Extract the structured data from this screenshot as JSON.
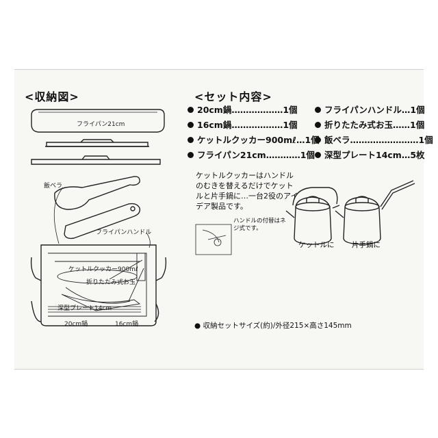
{
  "storage": {
    "heading": "<収納図>",
    "labels": {
      "frying_pan": "フライパン21cm",
      "rice_paddle": "飯ベラ",
      "pan_handle": "フライパンハンドル",
      "kettle": "ケットルクッカー900mℓ",
      "ladle": "折りたたみ式お玉",
      "plate": "深型プレート14cm",
      "pot20": "20cm鍋",
      "pot16": "16cm鍋"
    }
  },
  "contents": {
    "heading": "<セット内容>",
    "items": [
      {
        "text": "20cm鍋………………1個"
      },
      {
        "text": "16cm鍋………………1個"
      },
      {
        "text": "ケットルクッカー900mℓ…1個"
      },
      {
        "text": "フライパン21cm…………1個"
      },
      {
        "text": "フライパンハンドル…1個"
      },
      {
        "text": "折りたたみ式お玉……1個"
      },
      {
        "text": "飯ベラ……………………1個"
      },
      {
        "text": "深型プレート14cm…5枚"
      }
    ]
  },
  "feature": {
    "description": "ケットルクッカーはハンドルのむきを替えるだけでケットルと片手鍋に…一台2役のアイデア製品です。",
    "note": "ハンドルの付替はネジ式です。",
    "caption_kettle": "ケットルに",
    "caption_pot": "片手鍋に"
  },
  "spec": "● 収納セットサイズ(約)/外径215×高さ145mm"
}
